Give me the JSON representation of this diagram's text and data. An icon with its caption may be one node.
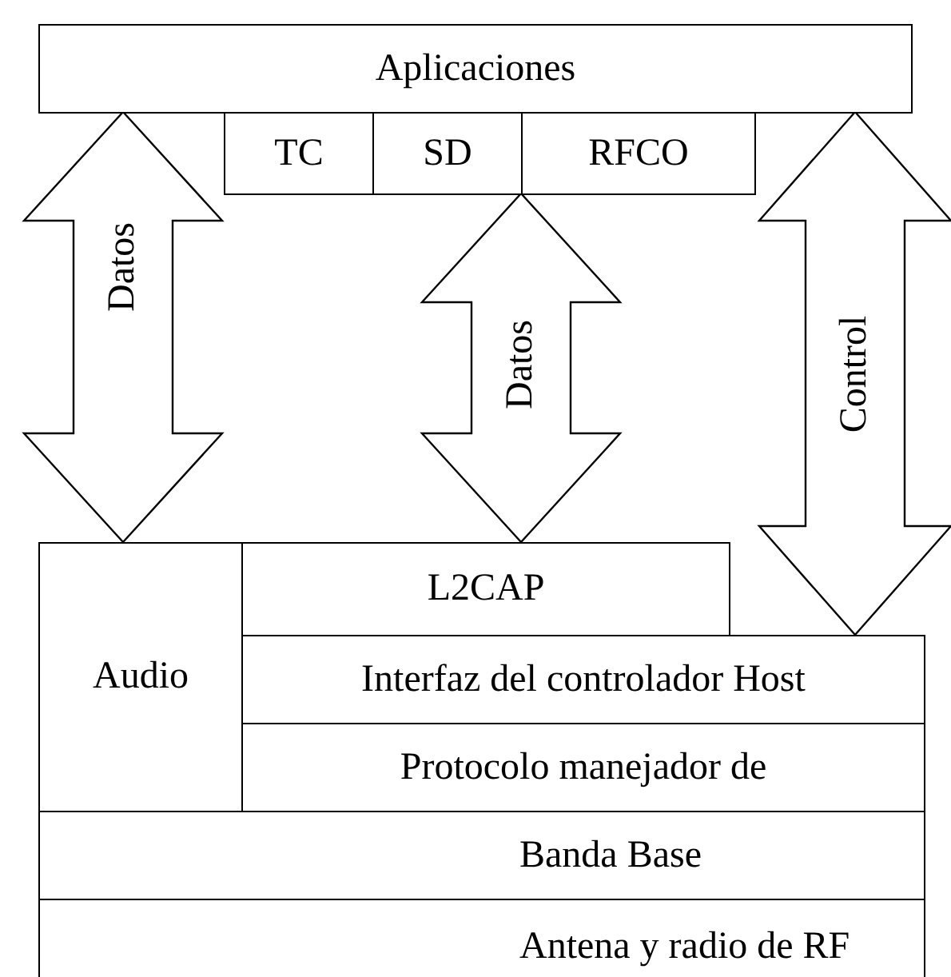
{
  "diagram": {
    "nodes": [
      {
        "text": [
          "Aplicaciones"
        ]
      },
      {
        "text": [
          "TC"
        ]
      },
      {
        "text": [
          "SD"
        ]
      },
      {
        "text": [
          "RFCO"
        ]
      },
      {
        "text": [
          "Audio"
        ]
      },
      {
        "text": [
          "L2CAP"
        ]
      },
      {
        "text": [
          "Interfaz del controlador Host"
        ]
      },
      {
        "text": [
          "Protocolo manejador de"
        ]
      },
      {
        "text": [
          "Banda Base"
        ]
      },
      {
        "text": [
          "Antena y radio de RF"
        ]
      }
    ],
    "edges": [
      {
        "from": 0,
        "to": 4,
        "arrow": "both",
        "label": "Datos"
      },
      {
        "from": 2,
        "to": 5,
        "arrow": "both",
        "label": "Datos"
      },
      {
        "from": 0,
        "to": 6,
        "arrow": "both",
        "label": "Control"
      }
    ]
  }
}
